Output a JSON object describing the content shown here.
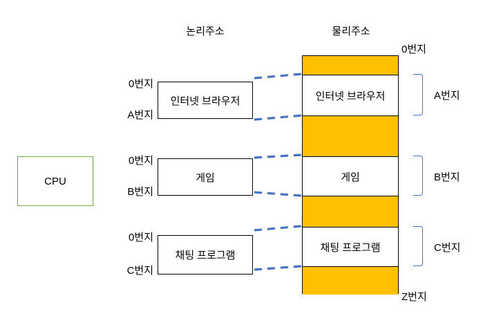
{
  "diagram": {
    "title_logical": "논리주소",
    "title_physical": "물리주소",
    "colors": {
      "free_memory": "#FFC000",
      "allocated_memory": "#FFFFFF",
      "connector": "#4472C4",
      "bracket": "#4472C4",
      "cpu_border": "#70AD47",
      "box_border": "#000000"
    },
    "cpu": {
      "label": "CPU"
    },
    "logical_blocks": [
      {
        "name": "인터넷 브라우저",
        "start_label": "0번지",
        "end_label": "A번지"
      },
      {
        "name": "게임",
        "start_label": "0번지",
        "end_label": "B번지"
      },
      {
        "name": "채팅 프로그램",
        "start_label": "0번지",
        "end_label": "C번지"
      }
    ],
    "physical_memory": {
      "top_label": "0번지",
      "bottom_label": "Z번지",
      "bands": [
        {
          "kind": "free",
          "label": ""
        },
        {
          "kind": "used",
          "label": "인터넷 브라우저"
        },
        {
          "kind": "free",
          "label": ""
        },
        {
          "kind": "used",
          "label": "게임"
        },
        {
          "kind": "free",
          "label": ""
        },
        {
          "kind": "used",
          "label": "채팅 프로그램"
        },
        {
          "kind": "free",
          "label": ""
        }
      ],
      "brackets": [
        {
          "label": "A번지"
        },
        {
          "label": "B번지"
        },
        {
          "label": "C번지"
        }
      ]
    }
  }
}
